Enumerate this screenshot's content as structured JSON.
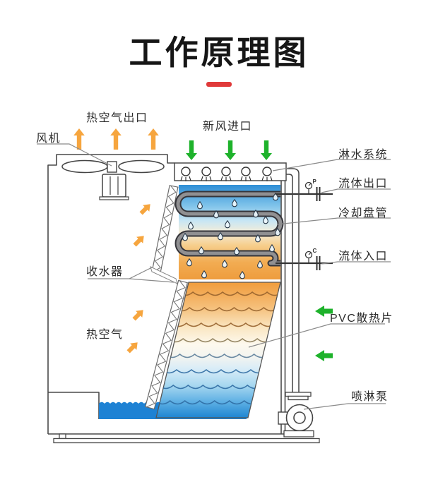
{
  "title": "工作原理图",
  "labels": {
    "fan": "风机",
    "hot_air_outlet": "热空气出口",
    "fresh_air_inlet": "新风进口",
    "spray_system": "淋水系统",
    "fluid_outlet": "流体出口",
    "cooling_coil": "冷却盘管",
    "fluid_inlet": "流体入口",
    "water_collector": "收水器",
    "hot_air": "热空气",
    "pvc_fins": "PVC散热片",
    "spray_pump": "喷淋泵"
  },
  "gauges": {
    "pressure_mark": "P",
    "temperature_mark": "C"
  },
  "colors": {
    "accent_red": "#E03A3A",
    "hot_air_orange": "#F6A53E",
    "fresh_air_green": "#1EB22B",
    "water_blue": "#1E82D4",
    "coil_cold_blue": "#2E8ED6",
    "coil_hot_orange": "#EE9C3D",
    "outline_gray": "#4A4A4A",
    "label_text": "#2D2D2D"
  },
  "airflow": {
    "hot_air_outlet_arrow_count": 3,
    "fresh_air_inlet_arrow_count": 3,
    "internal_hot_air_arrow_count": 4,
    "side_inlet_arrow_count": 2
  }
}
